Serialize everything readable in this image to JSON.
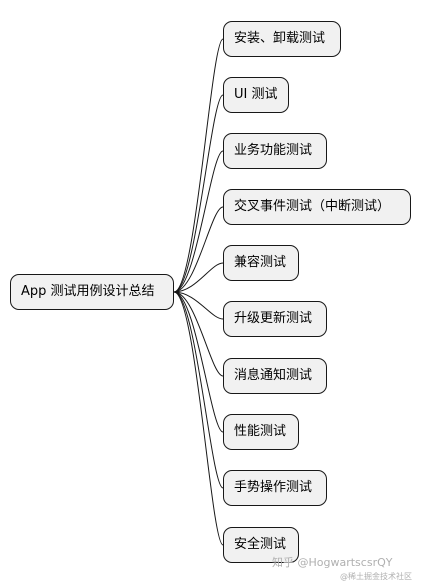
{
  "root": {
    "label": "App 测试用例设计总结"
  },
  "children": [
    {
      "label": "安装、卸载测试"
    },
    {
      "label": "UI 测试"
    },
    {
      "label": "业务功能测试"
    },
    {
      "label": "交叉事件测试（中断测试）"
    },
    {
      "label": "兼容测试"
    },
    {
      "label": "升级更新测试"
    },
    {
      "label": "消息通知测试"
    },
    {
      "label": "性能测试"
    },
    {
      "label": "手势操作测试"
    },
    {
      "label": "安全测试"
    }
  ],
  "watermark": {
    "main": "知乎 @HogwartscsrQY",
    "sub": "@稀土掘金技术社区"
  },
  "colors": {
    "node_fill": "#f1f1f1",
    "node_border": "#181818",
    "line": "#181818",
    "watermark": "#b0b0b0"
  }
}
